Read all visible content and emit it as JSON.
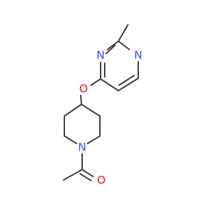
{
  "molecule": {
    "atoms": {
      "n_pyrimidine_1": "N",
      "n_pyrimidine_2": "N",
      "o_ether": "O",
      "n_piperidine": "N",
      "o_carbonyl": "O"
    }
  },
  "colors": {
    "bond": "#3a3a3a",
    "nitrogen": "#3050f8",
    "oxygen": "#ff0d0d",
    "background": "#ffffff"
  }
}
